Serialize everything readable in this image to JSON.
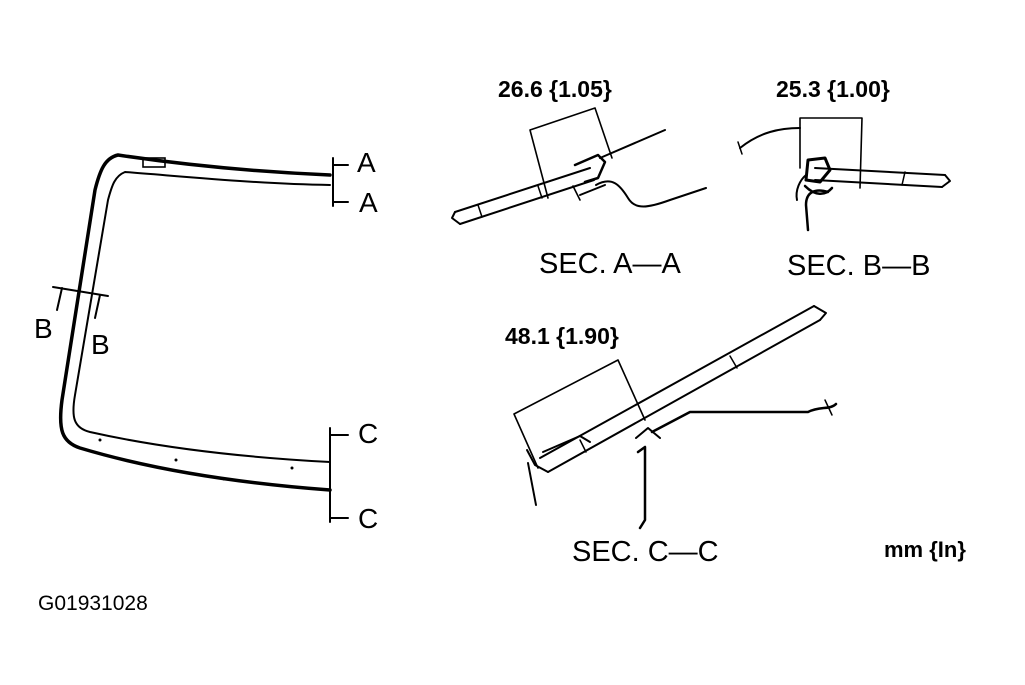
{
  "cut_labels": {
    "a_top": "A",
    "a_bottom": "A",
    "b_left": "B",
    "b_right": "B",
    "c_top": "C",
    "c_bottom": "C"
  },
  "sections": [
    {
      "dimension": "26.6 {1.05}",
      "title": "SEC. A—A"
    },
    {
      "dimension": "25.3 {1.00}",
      "title": "SEC. B—B"
    },
    {
      "dimension": "48.1 {1.90}",
      "title": "SEC. C—C"
    }
  ],
  "unit_note": "mm {In}",
  "figure_id": "G01931028"
}
